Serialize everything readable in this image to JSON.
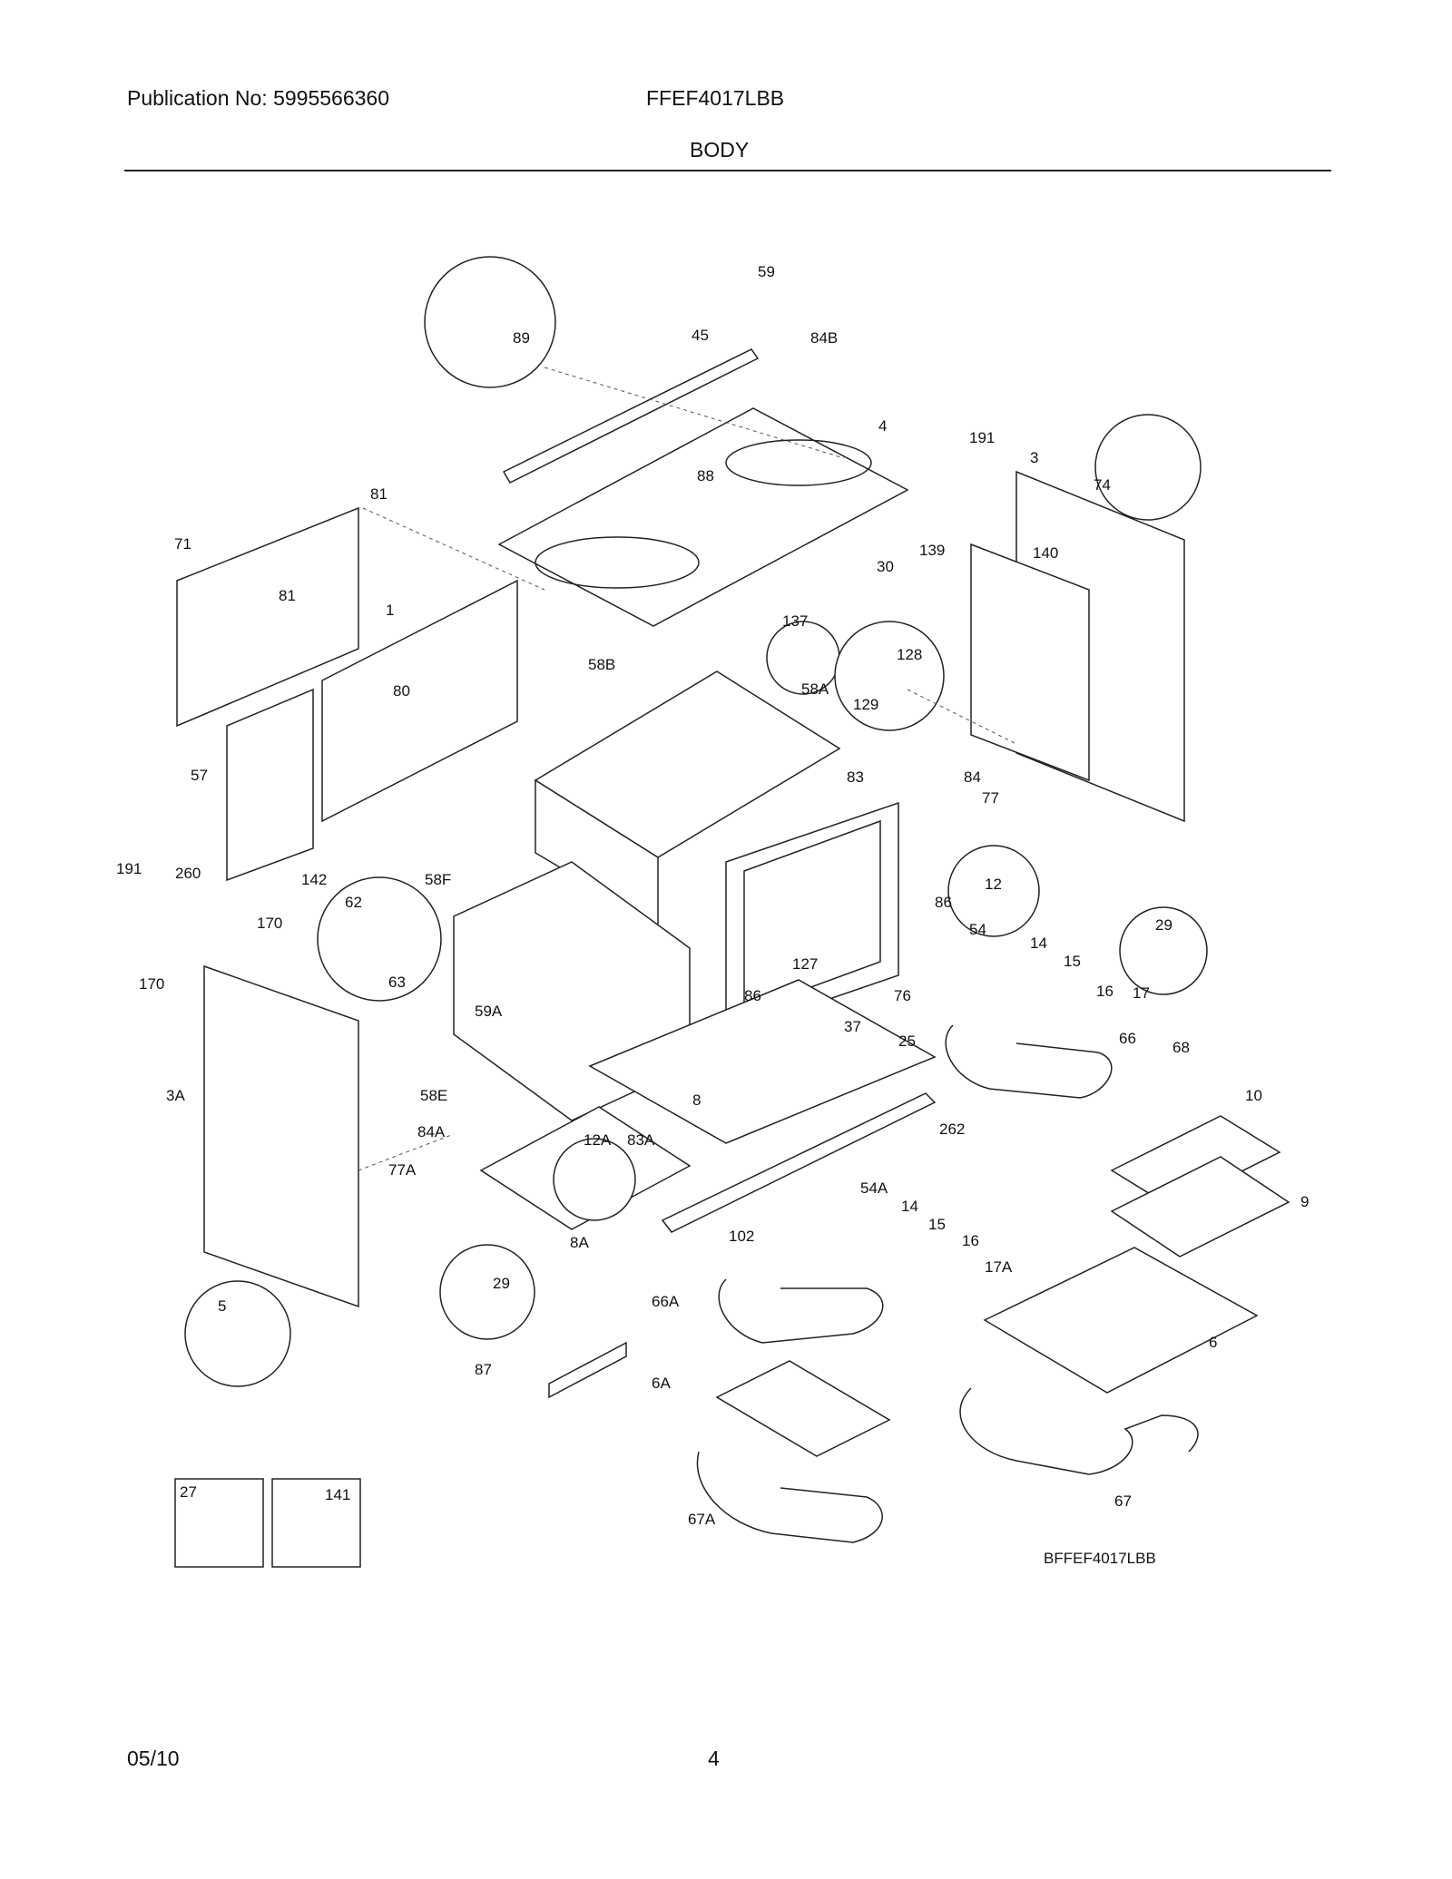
{
  "header": {
    "publication": "Publication No: 5995566360",
    "model": "FFEF4017LBB",
    "section_title": "BODY"
  },
  "diagram": {
    "code": "BFFEF4017LBB",
    "labels": [
      {
        "id": "l-59",
        "text": "59"
      },
      {
        "id": "l-45",
        "text": "45"
      },
      {
        "id": "l-84b",
        "text": "84B"
      },
      {
        "id": "l-89",
        "text": "89"
      },
      {
        "id": "l-4",
        "text": "4"
      },
      {
        "id": "l-191a",
        "text": "191"
      },
      {
        "id": "l-3",
        "text": "3"
      },
      {
        "id": "l-74",
        "text": "74"
      },
      {
        "id": "l-88",
        "text": "88"
      },
      {
        "id": "l-81a",
        "text": "81"
      },
      {
        "id": "l-71",
        "text": "71"
      },
      {
        "id": "l-139",
        "text": "139"
      },
      {
        "id": "l-30",
        "text": "30"
      },
      {
        "id": "l-140",
        "text": "140"
      },
      {
        "id": "l-81b",
        "text": "81"
      },
      {
        "id": "l-1",
        "text": "1"
      },
      {
        "id": "l-137",
        "text": "137"
      },
      {
        "id": "l-128",
        "text": "128"
      },
      {
        "id": "l-129",
        "text": "129"
      },
      {
        "id": "l-80",
        "text": "80"
      },
      {
        "id": "l-58b",
        "text": "58B"
      },
      {
        "id": "l-58a",
        "text": "58A"
      },
      {
        "id": "l-57",
        "text": "57"
      },
      {
        "id": "l-83",
        "text": "83"
      },
      {
        "id": "l-84",
        "text": "84"
      },
      {
        "id": "l-77",
        "text": "77"
      },
      {
        "id": "l-12",
        "text": "12"
      },
      {
        "id": "l-191b",
        "text": "191"
      },
      {
        "id": "l-260",
        "text": "260"
      },
      {
        "id": "l-142",
        "text": "142"
      },
      {
        "id": "l-58f",
        "text": "58F"
      },
      {
        "id": "l-62",
        "text": "62"
      },
      {
        "id": "l-86a",
        "text": "86"
      },
      {
        "id": "l-29a",
        "text": "29"
      },
      {
        "id": "l-170a",
        "text": "170"
      },
      {
        "id": "l-54",
        "text": "54"
      },
      {
        "id": "l-14a",
        "text": "14"
      },
      {
        "id": "l-127",
        "text": "127"
      },
      {
        "id": "l-15a",
        "text": "15"
      },
      {
        "id": "l-16a",
        "text": "16"
      },
      {
        "id": "l-63",
        "text": "63"
      },
      {
        "id": "l-17",
        "text": "17"
      },
      {
        "id": "l-170b",
        "text": "170"
      },
      {
        "id": "l-86b",
        "text": "86"
      },
      {
        "id": "l-76",
        "text": "76"
      },
      {
        "id": "l-59a",
        "text": "59A"
      },
      {
        "id": "l-37",
        "text": "37"
      },
      {
        "id": "l-66",
        "text": "66"
      },
      {
        "id": "l-68",
        "text": "68"
      },
      {
        "id": "l-25",
        "text": "25"
      },
      {
        "id": "l-58e",
        "text": "58E"
      },
      {
        "id": "l-8",
        "text": "8"
      },
      {
        "id": "l-3a",
        "text": "3A"
      },
      {
        "id": "l-10",
        "text": "10"
      },
      {
        "id": "l-84a",
        "text": "84A"
      },
      {
        "id": "l-12a",
        "text": "12A"
      },
      {
        "id": "l-83a",
        "text": "83A"
      },
      {
        "id": "l-262",
        "text": "262"
      },
      {
        "id": "l-9",
        "text": "9"
      },
      {
        "id": "l-77a",
        "text": "77A"
      },
      {
        "id": "l-54a",
        "text": "54A"
      },
      {
        "id": "l-14b",
        "text": "14"
      },
      {
        "id": "l-15b",
        "text": "15"
      },
      {
        "id": "l-8a",
        "text": "8A"
      },
      {
        "id": "l-102",
        "text": "102"
      },
      {
        "id": "l-16b",
        "text": "16"
      },
      {
        "id": "l-29b",
        "text": "29"
      },
      {
        "id": "l-17a",
        "text": "17A"
      },
      {
        "id": "l-5",
        "text": "5"
      },
      {
        "id": "l-66a",
        "text": "66A"
      },
      {
        "id": "l-6",
        "text": "6"
      },
      {
        "id": "l-87",
        "text": "87"
      },
      {
        "id": "l-6a",
        "text": "6A"
      },
      {
        "id": "l-27",
        "text": "27"
      },
      {
        "id": "l-141",
        "text": "141"
      },
      {
        "id": "l-67a",
        "text": "67A"
      },
      {
        "id": "l-67",
        "text": "67"
      }
    ]
  },
  "footer": {
    "date": "05/10",
    "page": "4"
  }
}
